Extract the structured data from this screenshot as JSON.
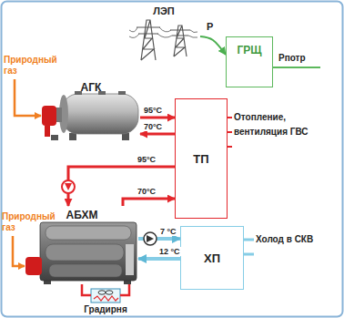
{
  "diagram": {
    "nodes": [
      {
        "text": [
          "ЛЭП"
        ]
      },
      {
        "text": [
          "ГРЩ"
        ]
      },
      {
        "text": [
          "АГК"
        ]
      },
      {
        "text": [
          "ТП"
        ]
      },
      {
        "text": [
          "АБХМ"
        ]
      },
      {
        "text": [
          "ХП"
        ]
      },
      {
        "text": [
          "Градирня"
        ]
      }
    ],
    "edges": [
      {
        "from": 0,
        "to": 1,
        "label": "P",
        "arrow": "to"
      },
      {
        "from": 2,
        "to": 3,
        "label": "95°C",
        "arrow": "to"
      },
      {
        "from": 3,
        "to": 2,
        "label": "70°C",
        "arrow": "to"
      },
      {
        "from": 3,
        "to": 4,
        "label": "95°C",
        "arrow": "to"
      },
      {
        "from": 4,
        "to": 3,
        "label": "70°C",
        "arrow": "to"
      },
      {
        "from": 4,
        "to": 5,
        "label": "7 °C",
        "arrow": "to"
      },
      {
        "from": 5,
        "to": 4,
        "label": "12 °C",
        "arrow": "to"
      },
      {
        "from": 4,
        "to": 6,
        "arrow": "none"
      },
      {
        "from": 6,
        "to": 4,
        "arrow": "none"
      }
    ],
    "labels": [
      "Природный газ",
      "Природный газ",
      "Рпотр",
      "Отопление, вентиляция ГВС",
      "Холод в СКВ"
    ]
  }
}
